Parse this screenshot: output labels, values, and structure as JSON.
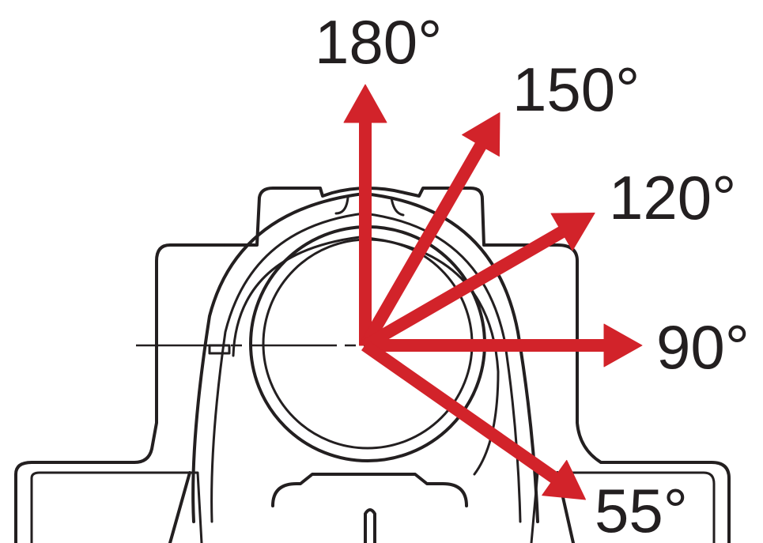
{
  "arrow_color": "#d2232a",
  "line_color": "#231f20",
  "background": "#ffffff",
  "load_directions": [
    {
      "id": "180",
      "angle_deg": 180,
      "label": "180°"
    },
    {
      "id": "150",
      "angle_deg": 150,
      "label": "150°"
    },
    {
      "id": "120",
      "angle_deg": 120,
      "label": "120°"
    },
    {
      "id": "90",
      "angle_deg": 90,
      "label": "90°"
    },
    {
      "id": "55",
      "angle_deg": 55,
      "label": "55°"
    }
  ]
}
